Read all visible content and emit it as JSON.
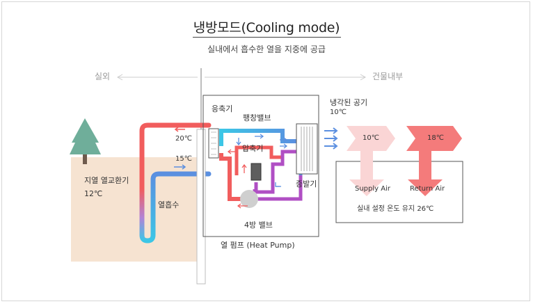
{
  "title": "냉방모드(Cooling mode)",
  "subtitle": "실내에서 흡수한 열을 지중에 공급",
  "zones": {
    "outdoor": "실외",
    "indoor": "건물내부"
  },
  "ground": {
    "label": "지열 열교환기",
    "temp": "12℃",
    "water": "열흡수"
  },
  "loop": {
    "top_temp": "20℃",
    "bottom_temp": "15℃"
  },
  "heat_pump": {
    "label": "열 펌프 (Heat Pump)",
    "condenser": "응축기",
    "expansion_valve": "팽창밸브",
    "compressor": "압축기",
    "evaporator": "증발기",
    "four_way_valve": "4방 밸브"
  },
  "air": {
    "cooled_label": "냉각된 공기",
    "cooled_temp": "10℃",
    "supply_temp": "10℃",
    "return_temp": "18℃",
    "supply_label": "Supply Air",
    "return_label": "Return Air",
    "room_label": "실내 설정 온도 유지 26℃"
  },
  "colors": {
    "hot": "#f15d5d",
    "cold": "#5b8fe0",
    "cyan": "#3cc6e6",
    "purple": "#b04fc4",
    "ground": "#f6e3d1",
    "tree": "#6fae9a"
  }
}
